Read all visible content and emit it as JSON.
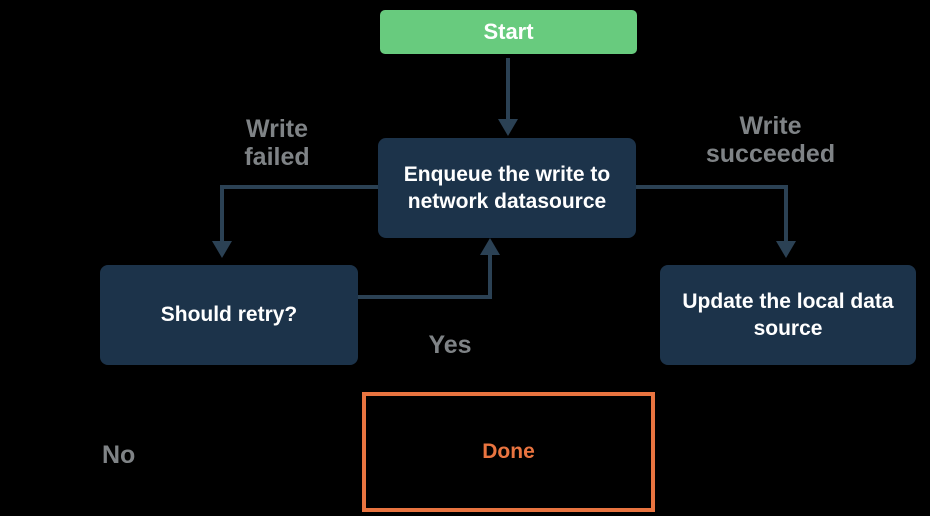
{
  "diagram": {
    "type": "flowchart",
    "description": "Offline-first write flow: start, enqueue write to network datasource, branch on write failed / succeeded, retry loop, done"
  },
  "nodes": {
    "start": {
      "label": "Start"
    },
    "enqueue": {
      "label": "Enqueue the write to network datasource"
    },
    "should_retry": {
      "label": "Should retry?"
    },
    "update_local": {
      "label": "Update the local data source"
    },
    "done": {
      "label": "Done"
    }
  },
  "edge_labels": {
    "write_failed": "Write\nfailed",
    "write_succeeded": "Write\nsucceeded",
    "yes": "Yes",
    "no": "No"
  },
  "colors": {
    "background": "#000000",
    "node_fill": "#1c334a",
    "node_text": "#ffffff",
    "start_fill": "#68cb7e",
    "done_border": "#e97440",
    "done_text": "#e97440",
    "arrow": "#2b4154",
    "edge_label_gray": "#7f8386"
  }
}
